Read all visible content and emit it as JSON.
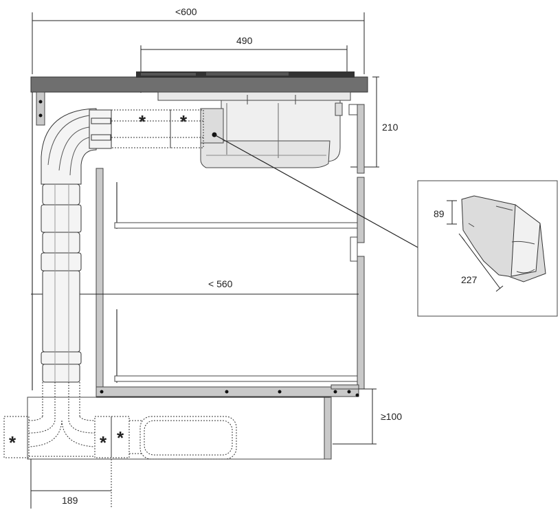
{
  "dimensions": {
    "total_width": "<600",
    "hob_width": "490",
    "hob_height": "210",
    "inner_width": "< 560",
    "plinth_height": "≥100",
    "duct_offset": "189",
    "detail_height": "89",
    "detail_length": "227"
  },
  "markers": {
    "duct_joint": "*"
  },
  "colors": {
    "line": "#222222",
    "panel_fill": "#c9c9c9",
    "worktop_fill": "#6f6f6f",
    "duct_fill": "#f4f4f4"
  }
}
